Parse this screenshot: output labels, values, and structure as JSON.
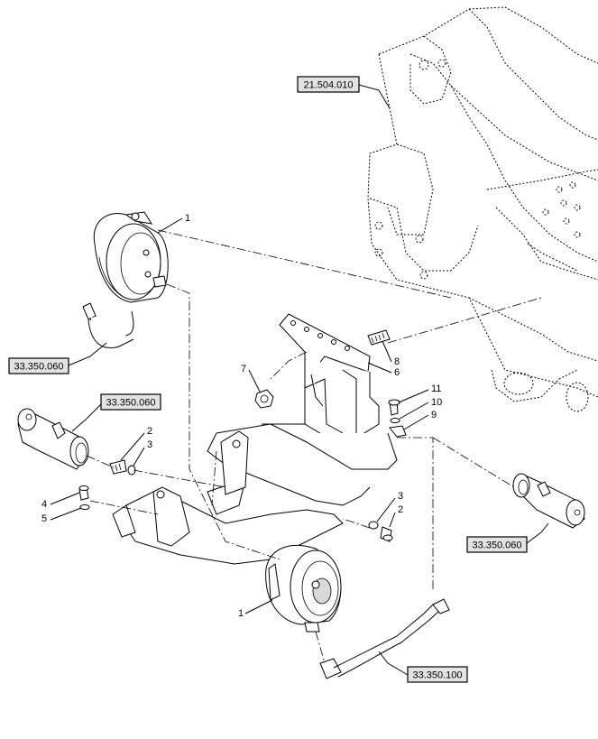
{
  "references": {
    "frame": "21.504.010",
    "hose_upper_left": "33.350.060",
    "hose_mid_left": "33.350.060",
    "hose_right": "33.350.060",
    "hose_bottom": "33.350.100"
  },
  "callouts": {
    "c1_top": "1",
    "c1_bottom": "1",
    "c2_left": "2",
    "c3_left": "3",
    "c2_right": "2",
    "c3_right": "3",
    "c4": "4",
    "c5": "5",
    "c6": "6",
    "c7": "7",
    "c8": "8",
    "c9": "9",
    "c10": "10",
    "c11": "11"
  }
}
